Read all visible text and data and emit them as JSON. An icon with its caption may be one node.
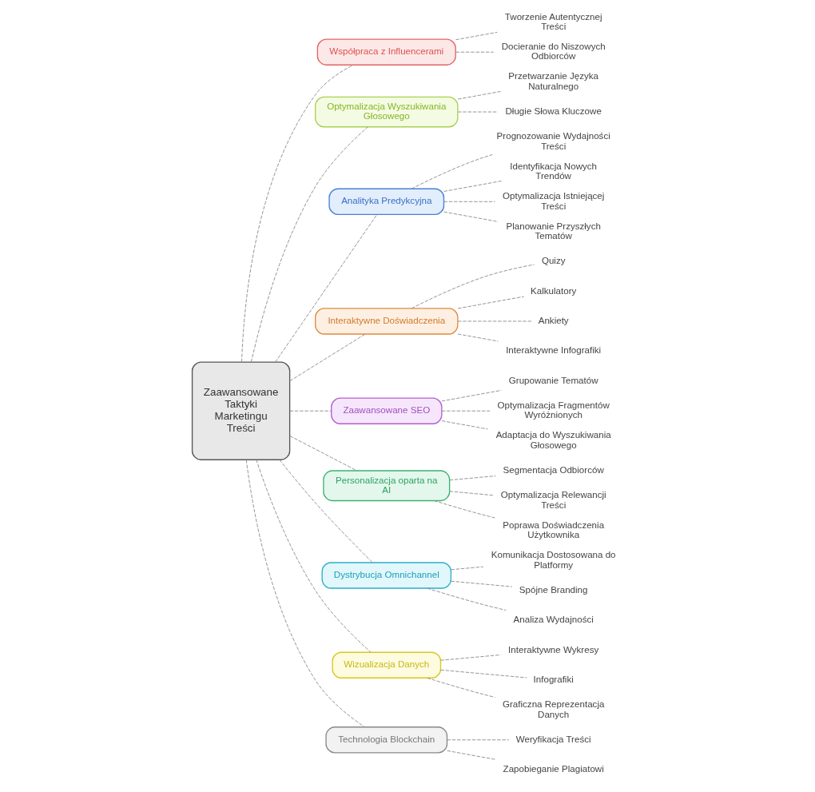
{
  "diagram": {
    "nodes": [
      {
        "text": [
          "Zaawansowane Taktyki Marketingu Treści"
        ]
      },
      {
        "text": [
          "Współpraca z Influencerami"
        ]
      },
      {
        "text": [
          "Tworzenie Autentycznej Treści"
        ]
      },
      {
        "text": [
          "Docieranie do Niszowych Odbiorców"
        ]
      },
      {
        "text": [
          "Optymalizacja Wyszukiwania Głosowego"
        ]
      },
      {
        "text": [
          "Przetwarzanie Języka Naturalnego"
        ]
      },
      {
        "text": [
          "Długie Słowa Kluczowe"
        ]
      },
      {
        "text": [
          "Analityka Predykcyjna"
        ]
      },
      {
        "text": [
          "Prognozowanie Wydajności Treści"
        ]
      },
      {
        "text": [
          "Identyfikacja Nowych Trendów"
        ]
      },
      {
        "text": [
          "Optymalizacja Istniejącej Treści"
        ]
      },
      {
        "text": [
          "Planowanie Przyszłych Tematów"
        ]
      },
      {
        "text": [
          "Interaktywne Doświadczenia"
        ]
      },
      {
        "text": [
          "Quizy"
        ]
      },
      {
        "text": [
          "Kalkulatory"
        ]
      },
      {
        "text": [
          "Ankiety"
        ]
      },
      {
        "text": [
          "Interaktywne Infografiki"
        ]
      },
      {
        "text": [
          "Zaawansowane SEO"
        ]
      },
      {
        "text": [
          "Grupowanie Tematów"
        ]
      },
      {
        "text": [
          "Optymalizacja Fragmentów Wyróżnionych"
        ]
      },
      {
        "text": [
          "Adaptacja do Wyszukiwania Głosowego"
        ]
      },
      {
        "text": [
          "Personalizacja oparta na AI"
        ]
      },
      {
        "text": [
          "Segmentacja Odbiorców"
        ]
      },
      {
        "text": [
          "Optymalizacja Relewancji Treści"
        ]
      },
      {
        "text": [
          "Poprawa Doświadczenia Użytkownika"
        ]
      },
      {
        "text": [
          "Dystrybucja Omnichannel"
        ]
      },
      {
        "text": [
          "Komunikacja Dostosowana do Platformy"
        ]
      },
      {
        "text": [
          "Spójne Branding"
        ]
      },
      {
        "text": [
          "Analiza Wydajności"
        ]
      },
      {
        "text": [
          "Wizualizacja Danych"
        ]
      },
      {
        "text": [
          "Interaktywne Wykresy"
        ]
      },
      {
        "text": [
          "Infografiki"
        ]
      },
      {
        "text": [
          "Graficzna Reprezentacja Danych"
        ]
      },
      {
        "text": [
          "Technologia Blockchain"
        ]
      },
      {
        "text": [
          "Weryfikacja Treści"
        ]
      },
      {
        "text": [
          "Zapobieganie Plagiatowi"
        ]
      }
    ],
    "edges": [
      {
        "from": 0,
        "to": 1,
        "arrow": "none",
        "style": "dashed"
      },
      {
        "from": 1,
        "to": 2,
        "arrow": "none",
        "style": "dashed"
      },
      {
        "from": 1,
        "to": 3,
        "arrow": "none",
        "style": "dashed"
      },
      {
        "from": 0,
        "to": 4,
        "arrow": "none",
        "style": "dashed"
      },
      {
        "from": 4,
        "to": 5,
        "arrow": "none",
        "style": "dashed"
      },
      {
        "from": 4,
        "to": 6,
        "arrow": "none",
        "style": "dashed"
      },
      {
        "from": 0,
        "to": 7,
        "arrow": "none",
        "style": "dashed"
      },
      {
        "from": 7,
        "to": 8,
        "arrow": "none",
        "style": "dashed"
      },
      {
        "from": 7,
        "to": 9,
        "arrow": "none",
        "style": "dashed"
      },
      {
        "from": 7,
        "to": 10,
        "arrow": "none",
        "style": "dashed"
      },
      {
        "from": 7,
        "to": 11,
        "arrow": "none",
        "style": "dashed"
      },
      {
        "from": 0,
        "to": 12,
        "arrow": "none",
        "style": "dashed"
      },
      {
        "from": 12,
        "to": 13,
        "arrow": "none",
        "style": "dashed"
      },
      {
        "from": 12,
        "to": 14,
        "arrow": "none",
        "style": "dashed"
      },
      {
        "from": 12,
        "to": 15,
        "arrow": "none",
        "style": "dashed"
      },
      {
        "from": 12,
        "to": 16,
        "arrow": "none",
        "style": "dashed"
      },
      {
        "from": 0,
        "to": 17,
        "arrow": "none",
        "style": "dashed"
      },
      {
        "from": 17,
        "to": 18,
        "arrow": "none",
        "style": "dashed"
      },
      {
        "from": 17,
        "to": 19,
        "arrow": "none",
        "style": "dashed"
      },
      {
        "from": 17,
        "to": 20,
        "arrow": "none",
        "style": "dashed"
      },
      {
        "from": 0,
        "to": 21,
        "arrow": "none",
        "style": "dashed"
      },
      {
        "from": 21,
        "to": 22,
        "arrow": "none",
        "style": "dashed"
      },
      {
        "from": 21,
        "to": 23,
        "arrow": "none",
        "style": "dashed"
      },
      {
        "from": 21,
        "to": 24,
        "arrow": "none",
        "style": "dashed"
      },
      {
        "from": 0,
        "to": 25,
        "arrow": "none",
        "style": "dashed"
      },
      {
        "from": 25,
        "to": 26,
        "arrow": "none",
        "style": "dashed"
      },
      {
        "from": 25,
        "to": 27,
        "arrow": "none",
        "style": "dashed"
      },
      {
        "from": 25,
        "to": 28,
        "arrow": "none",
        "style": "dashed"
      },
      {
        "from": 0,
        "to": 29,
        "arrow": "none",
        "style": "dashed"
      },
      {
        "from": 29,
        "to": 30,
        "arrow": "none",
        "style": "dashed"
      },
      {
        "from": 29,
        "to": 31,
        "arrow": "none",
        "style": "dashed"
      },
      {
        "from": 29,
        "to": 32,
        "arrow": "none",
        "style": "dashed"
      },
      {
        "from": 0,
        "to": 33,
        "arrow": "none",
        "style": "dashed"
      },
      {
        "from": 33,
        "to": 34,
        "arrow": "none",
        "style": "dashed"
      },
      {
        "from": 33,
        "to": 35,
        "arrow": "none",
        "style": "dashed"
      }
    ]
  }
}
